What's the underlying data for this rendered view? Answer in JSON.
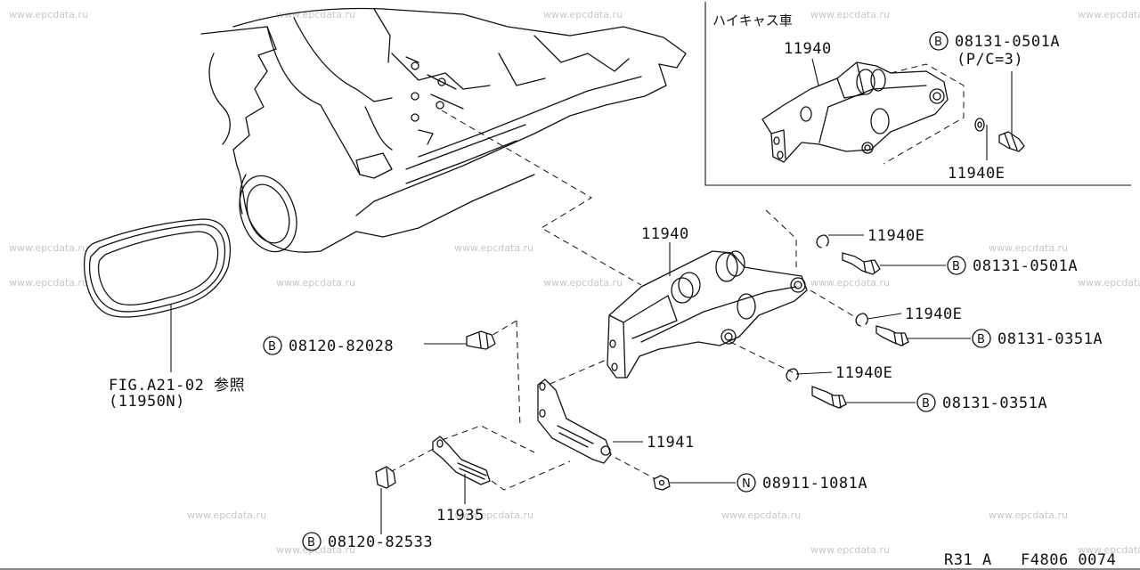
{
  "watermark": "www.epcdata.ru",
  "inset": {
    "title": "ハイキャス車",
    "part_11940": "11940",
    "bolt_code": "08131-0501A",
    "bolt_qty": "(P/C=3)",
    "washer": "11940E"
  },
  "main": {
    "bracket": "11940",
    "washer_1": "11940E",
    "bolt_1": "08131-0501A",
    "washer_2": "11940E",
    "bolt_2": "08131-0351A",
    "washer_3": "11940E",
    "bolt_3": "08131-0351A",
    "bolt_left": "08120-82028",
    "stay": "11941",
    "nut": "08911-1081A",
    "adjust_bar": "11935",
    "bolt_bottom": "08120-82533",
    "fig_ref_line1": "FIG.A21-02 参照",
    "fig_ref_line2": "(11950N)"
  },
  "symbols": {
    "bolt": "B",
    "nut": "N"
  },
  "footer": {
    "model": "R31 A",
    "figure": "F4806 0074"
  }
}
